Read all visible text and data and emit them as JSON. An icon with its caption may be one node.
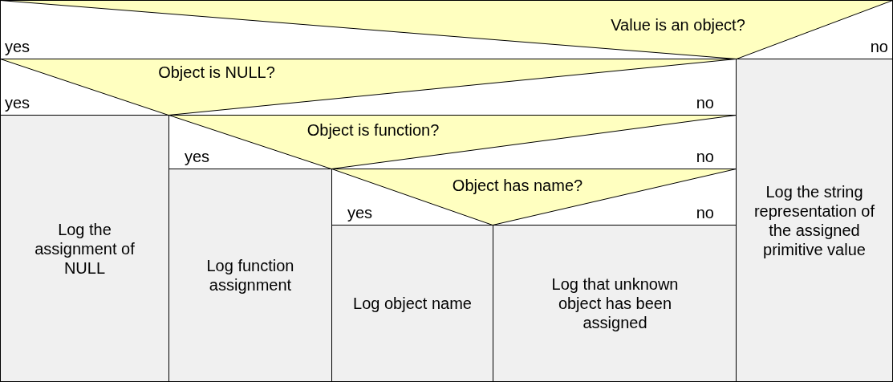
{
  "diagram": {
    "nodes": [
      {
        "text": [
          "Value is an object?",
          "yes",
          "no"
        ]
      },
      {
        "text": [
          "Object is NULL?",
          "yes",
          "no"
        ]
      },
      {
        "text": [
          "Log the assignment of NULL"
        ]
      },
      {
        "text": [
          "Object is function?",
          "yes",
          "no"
        ]
      },
      {
        "text": [
          "Log function assignment"
        ]
      },
      {
        "text": [
          "Object has name?",
          "yes",
          "no"
        ]
      },
      {
        "text": [
          "Log object name"
        ]
      },
      {
        "text": [
          "Log that unknown object has been assigned"
        ]
      },
      {
        "text": [
          "Log the string representation of the assigned primitive value"
        ]
      }
    ],
    "edges": []
  }
}
